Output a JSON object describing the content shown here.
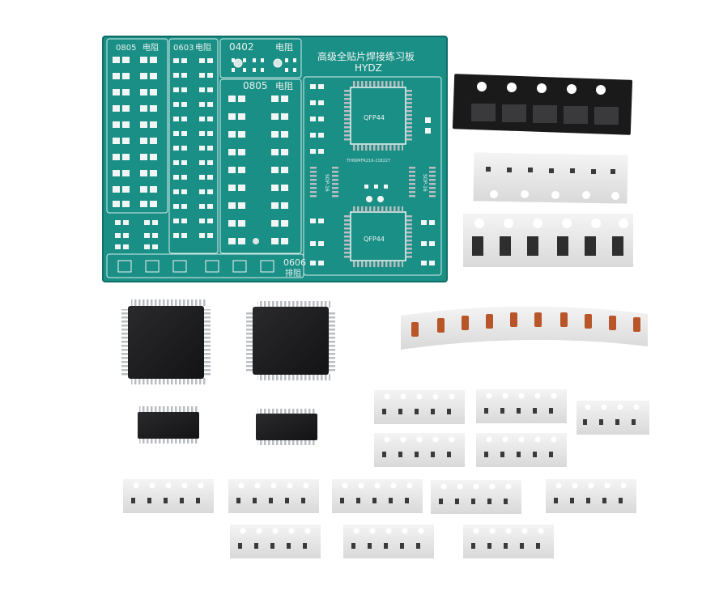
{
  "pcb": {
    "title_cn": "高级全贴片焊接练习板",
    "title_en": "HYDZ",
    "labels": {
      "r0805_left": "0805",
      "r0805_left_cn": "电阻",
      "r0603": "0603",
      "r0603_cn": "电阻",
      "r0402": "0402",
      "r0402_cn": "电阻",
      "r0805_mid": "0805",
      "r0805_mid_cn": "电阻",
      "r0606": "0606",
      "r0606_cn": "排阻",
      "qfp_top": "QFP44",
      "qfp_bottom": "QFP44",
      "sop_left": "SOP-16",
      "sop_right": "SOP-16",
      "tiny_text": "TH66MFR216-218227"
    }
  },
  "colors": {
    "pcb_green": "#1a8f86",
    "pcb_dark": "#137168",
    "pad_white": "#f1f5f4",
    "silkscreen": "#e6f2f0",
    "chip_black": "#1c1c1e",
    "pin_silver": "#b9bdc2",
    "tape_white": "#ececec",
    "resistor_dark": "#2e2e2e",
    "diode_orange": "#b8562a"
  }
}
